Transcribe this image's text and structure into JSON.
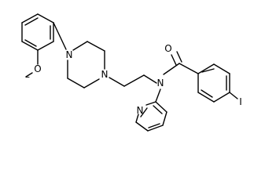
{
  "molecule": {
    "atoms": {
      "methoxy_o": "O",
      "methoxy_dash": "–",
      "piperazine_n1": "N",
      "piperazine_n4": "N",
      "amide_n": "N",
      "carbonyl_o": "O",
      "pyridine_n": "N",
      "iodine": "I"
    }
  }
}
